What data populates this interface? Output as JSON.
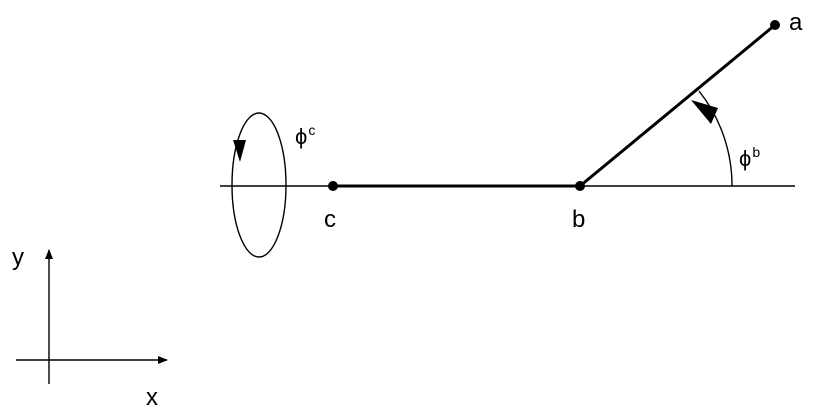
{
  "points": {
    "a": "a",
    "b": "b",
    "c": "c"
  },
  "angles": {
    "phi_b": {
      "symbol": "ϕ",
      "superscript": "b"
    },
    "phi_c": {
      "symbol": "ϕ",
      "superscript": "c"
    }
  },
  "axes": {
    "x": "x",
    "y": "y"
  },
  "colors": {
    "ink": "#000000",
    "background": "#ffffff"
  }
}
